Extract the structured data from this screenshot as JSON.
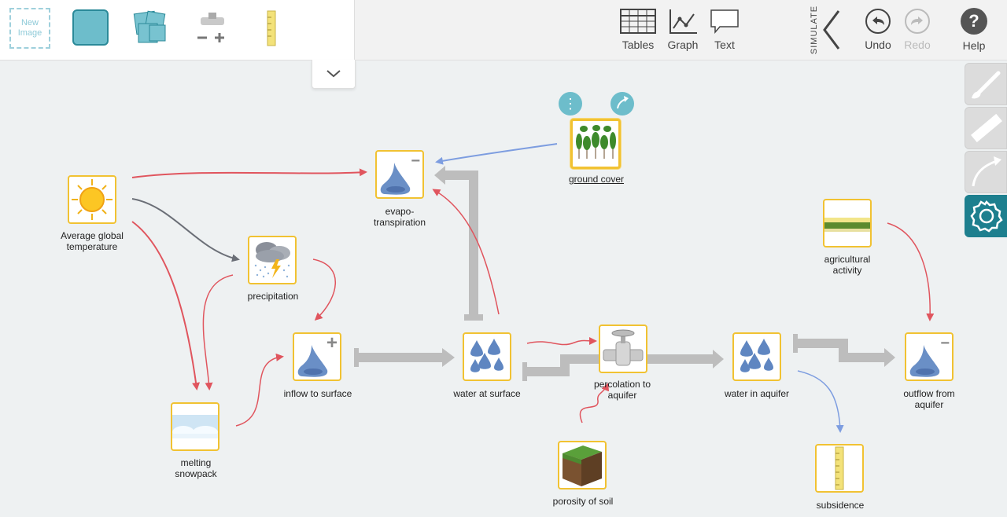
{
  "palette": {
    "new_image_label": "New Image"
  },
  "toolbar": {
    "tables_label": "Tables",
    "graph_label": "Graph",
    "text_label": "Text",
    "simulate_label": "SIMULATE",
    "undo_label": "Undo",
    "redo_label": "Redo",
    "help_label": "Help",
    "help_glyph": "?"
  },
  "nodes": {
    "avg_temp": "Average global temperature",
    "evapotranspiration": "evapo-\ntranspiration",
    "ground_cover": "ground cover",
    "precipitation": "precipitation",
    "inflow": "inflow to surface",
    "water_surface": "water at surface",
    "percolation": "percolation to aquifer",
    "water_aquifer": "water in aquifer",
    "outflow": "outflow from aquifer",
    "agricultural": "agricultural activity",
    "melting": "melting snowpack",
    "porosity": "porosity of soil",
    "subsidence": "subsidence"
  },
  "node_signs": {
    "minus": "−",
    "plus": "+"
  },
  "node_buttons": {
    "menu_glyph": "⋮"
  },
  "colors": {
    "accent": "#1d7f8e",
    "node_border": "#f1c232",
    "increase_link": "#e0555e",
    "decrease_link": "#7d9de0",
    "neutral_link": "#6b6f77",
    "flow": "#bdbdbd"
  }
}
